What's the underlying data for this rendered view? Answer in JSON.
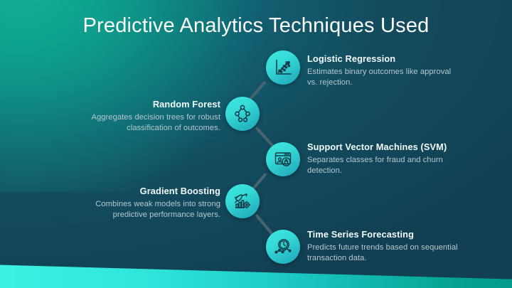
{
  "slide": {
    "title": "Predictive Analytics Techniques Used",
    "accent_cyan": "#3df2e2",
    "accent_teal": "#0fa18c",
    "background_dark": "#134a5c",
    "node_fill": "#35d9d6",
    "connector_color": "#48646f",
    "title_color": "#ffffff",
    "heading_color": "#f2fbfb",
    "body_color": "#b4c8cf"
  },
  "steps": [
    {
      "id": "logistic-regression",
      "side": "right",
      "icon": "scatter-plot-trend-icon",
      "title": "Logistic Regression",
      "description": "Estimates binary outcomes like approval vs. rejection."
    },
    {
      "id": "random-forest",
      "side": "left",
      "icon": "decision-tree-icon",
      "title": "Random Forest",
      "description": "Aggregates decision trees for robust classification of outcomes."
    },
    {
      "id": "support-vector-machines",
      "side": "right",
      "icon": "secure-window-lock-icon",
      "title": "Support Vector Machines (SVM)",
      "description": "Separates classes for fraud and churn detection."
    },
    {
      "id": "gradient-boosting",
      "side": "left",
      "icon": "rocket-growth-gear-icon",
      "title": "Gradient Boosting",
      "description": "Combines weak models into strong predictive performance layers."
    },
    {
      "id": "time-series-forecasting",
      "side": "right",
      "icon": "clock-trendline-icon",
      "title": "Time Series Forecasting",
      "description": "Predicts future trends based on sequential transaction data."
    }
  ]
}
